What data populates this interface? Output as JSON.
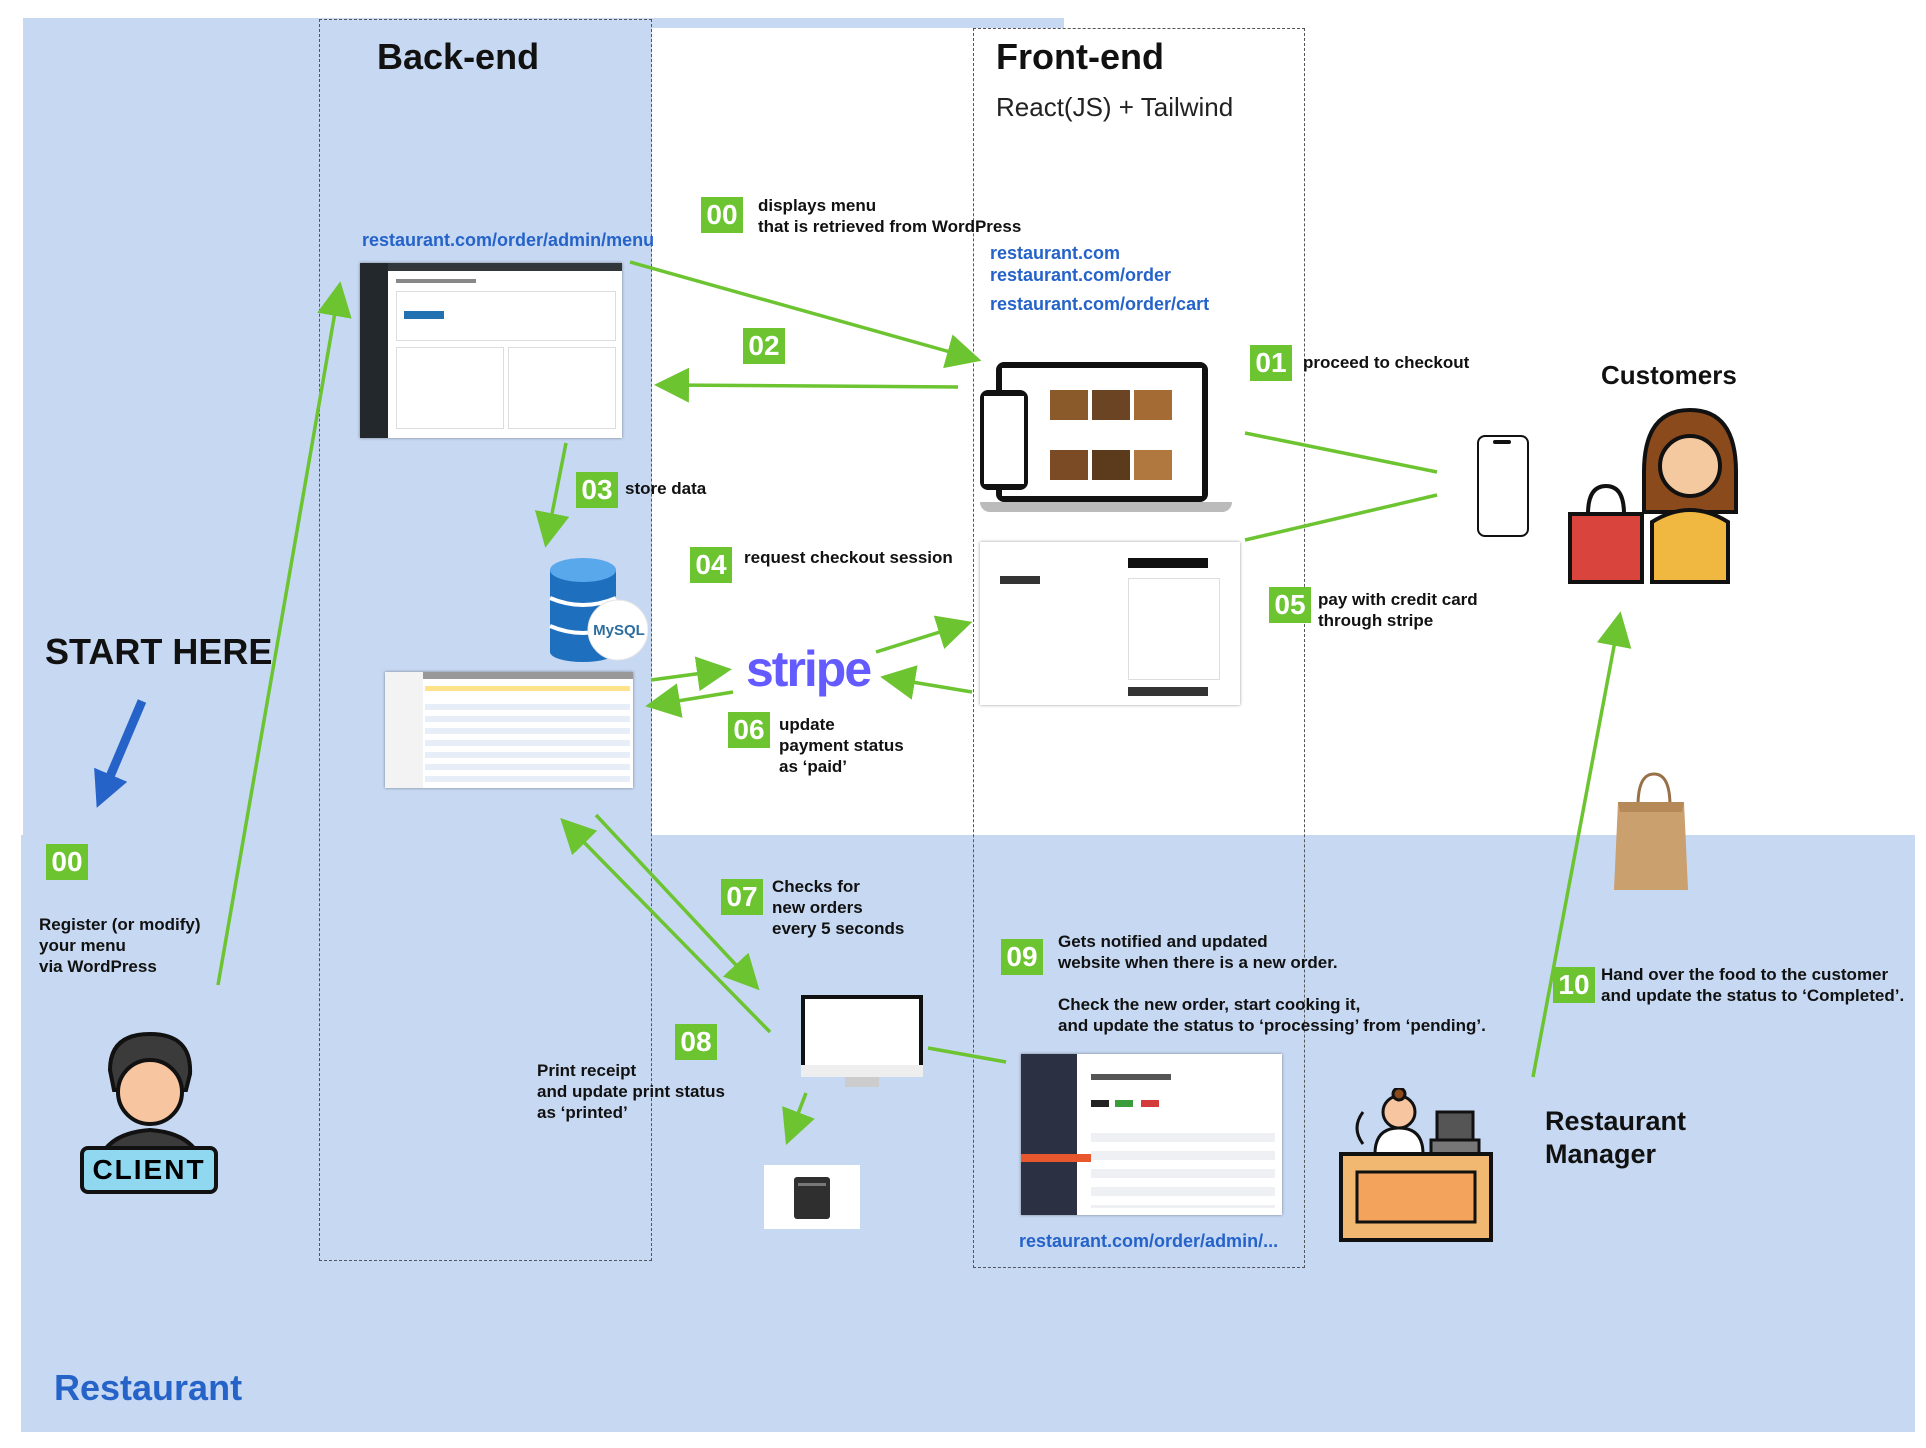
{
  "sections": {
    "backend_title": "Back-end",
    "frontend_title": "Front-end",
    "frontend_subtitle": "React(JS) + Tailwind",
    "start_here": "START HERE",
    "restaurant_label": "Restaurant",
    "customers_label": "Customers",
    "manager_label": "Restaurant\nManager",
    "client_badge": "CLIENT",
    "stripe_logo": "stripe",
    "mysql_label": "MySQL"
  },
  "urls": {
    "admin_menu": "restaurant.com/order/admin/menu",
    "home": "restaurant.com",
    "order": "restaurant.com/order",
    "cart": "restaurant.com/order/cart",
    "admin_other": "restaurant.com/order/admin/..."
  },
  "steps": {
    "s00_left": {
      "num": "00",
      "text": "Register (or modify)\nyour menu\nvia WordPress"
    },
    "s00_top": {
      "num": "00",
      "text": "displays menu\nthat is retrieved from WordPress"
    },
    "s01": {
      "num": "01",
      "text": "proceed to checkout"
    },
    "s02": {
      "num": "02"
    },
    "s03": {
      "num": "03",
      "text": "store data"
    },
    "s04": {
      "num": "04",
      "text": "request checkout session"
    },
    "s05": {
      "num": "05",
      "text": "pay with credit card\nthrough stripe"
    },
    "s06": {
      "num": "06",
      "text": "update\npayment status\nas ‘paid’"
    },
    "s07": {
      "num": "07",
      "text": "Checks for\nnew orders\nevery 5 seconds"
    },
    "s08": {
      "num": "08",
      "text": "Print receipt\nand update print status\nas ‘printed’"
    },
    "s09": {
      "num": "09",
      "text": "Gets notified and updated\nwebsite when there is a new order.\n\nCheck the new order, start cooking it,\nand update the status to ‘processing’ from ‘pending’."
    },
    "s10": {
      "num": "10",
      "text": "Hand over the food to the customer\nand update the status to ‘Completed’."
    }
  },
  "colors": {
    "background": "#c7d8f2",
    "arrow_green": "#6cc431",
    "arrow_blue": "#2563c9",
    "url_blue": "#2563c9",
    "badge_green": "#6cc431",
    "stripe_purple": "#635bff"
  }
}
